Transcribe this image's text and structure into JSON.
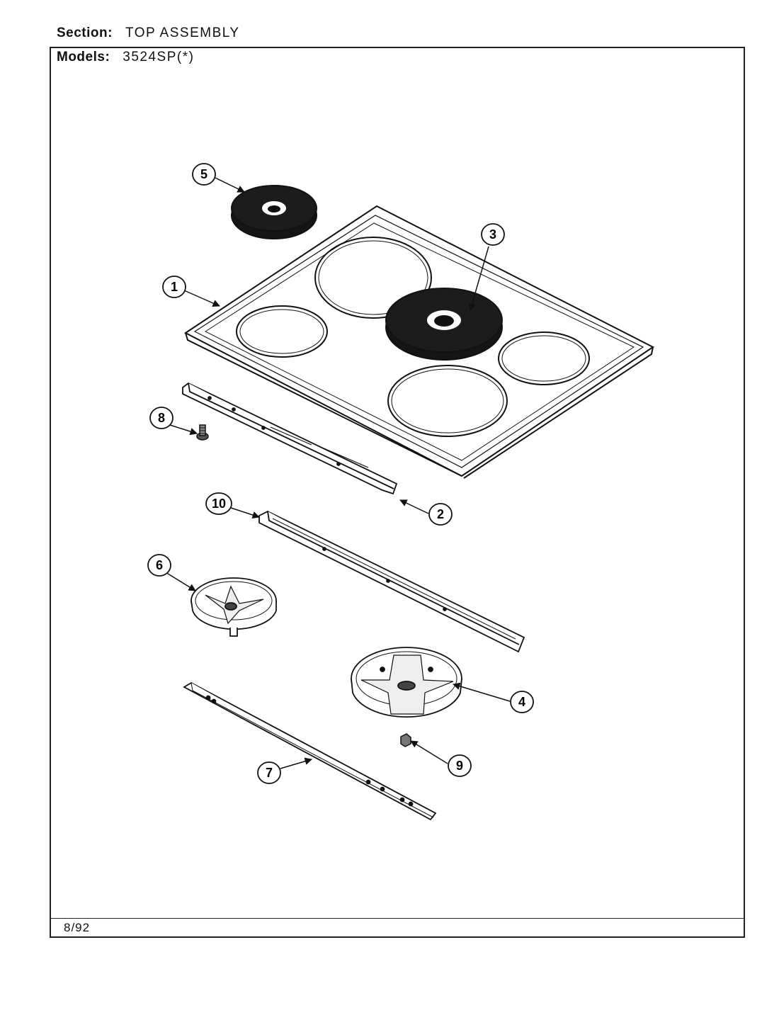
{
  "header": {
    "section_label": "Section:",
    "section_value": "TOP ASSEMBLY",
    "models_label": "Models:",
    "models_value": "3524SP(*)"
  },
  "footer": {
    "date": "8/92"
  },
  "callouts": [
    "1",
    "2",
    "3",
    "4",
    "5",
    "6",
    "7",
    "8",
    "9",
    "10"
  ]
}
